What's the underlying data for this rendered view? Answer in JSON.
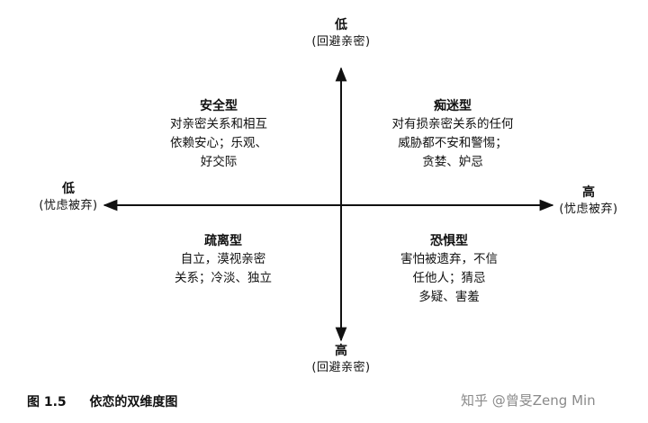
{
  "axes": {
    "top": {
      "label": "低",
      "sub": "(回避亲密)"
    },
    "bottom": {
      "label": "高",
      "sub": "(回避亲密)"
    },
    "left": {
      "label": "低",
      "sub": "(忧虑被弃)"
    },
    "right": {
      "label": "高",
      "sub": "(忧虑被弃)"
    }
  },
  "quadrants": {
    "top_left": {
      "title": "安全型",
      "lines": [
        "对亲密关系和相互",
        "依赖安心；乐观、",
        "好交际"
      ]
    },
    "top_right": {
      "title": "痴迷型",
      "lines": [
        "对有损亲密关系的任何",
        "威胁都不安和警惕；",
        "贪婪、妒忌"
      ]
    },
    "bottom_left": {
      "title": "疏离型",
      "lines": [
        "自立，漠视亲密",
        "关系；冷淡、独立"
      ]
    },
    "bottom_right": {
      "title": "恐惧型",
      "lines": [
        "害怕被遗弃，不信",
        "任他人；猜忌",
        "多疑、害羞"
      ]
    }
  },
  "caption": {
    "figure": "图 1.5",
    "title": "依恋的双维度图"
  },
  "watermark": "知乎 @曾旻Zeng Min",
  "colors": {
    "ink": "#111111",
    "watermark": "#8a8a8a"
  }
}
